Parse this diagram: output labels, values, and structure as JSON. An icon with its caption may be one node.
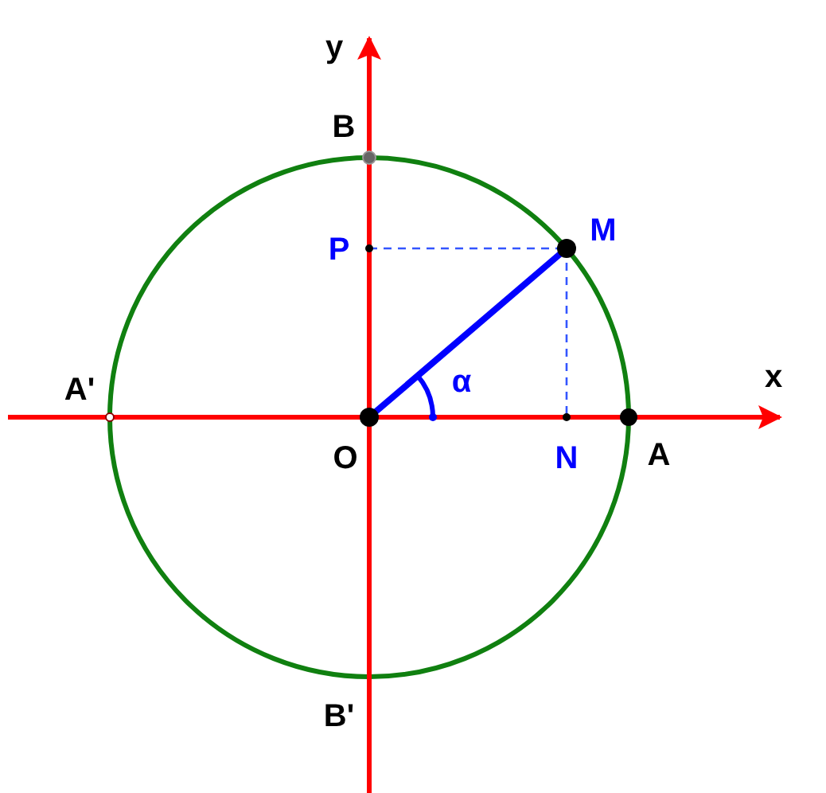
{
  "diagram": {
    "labels": [
      "y",
      "B",
      "P",
      "M",
      "A'",
      "α",
      "x",
      "O",
      "N",
      "A",
      "B'"
    ]
  }
}
